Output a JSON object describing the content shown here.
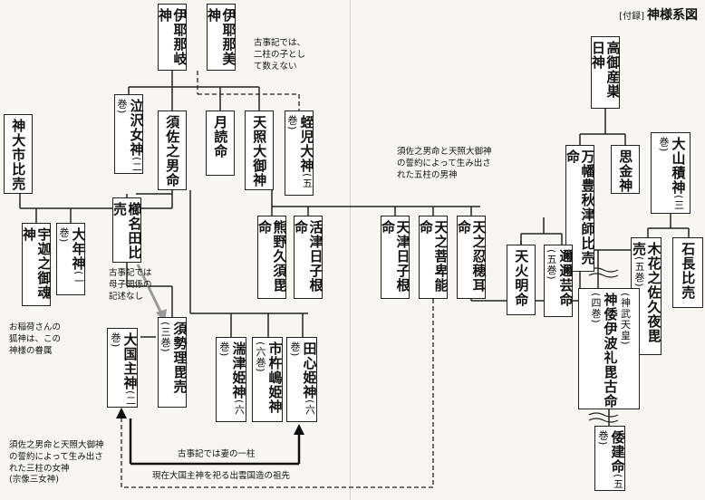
{
  "title": {
    "tag": "[付録]",
    "text": "神様系図"
  },
  "nodes": {
    "izanagi": "伊耶那岐神",
    "izanami": "伊耶那美神",
    "nakisawa": "泣沢女神",
    "nakisawa_note": "(二巻)",
    "susanoo": "須佐之男命",
    "tsukuyomi": "月読命",
    "amaterasu": "天照大御神",
    "hiruko": "蛭児大神",
    "hiruko_note": "(五巻)",
    "kamuoichi": "神大市比売",
    "kushinada": "櫛名田比売",
    "ukanomitama": "宇迦之御魂神",
    "otoshi": "大年神",
    "otoshi_note": "(一巻)",
    "kumanokusubi": "熊野久須毘命",
    "ikutsuhikone": "活津日子根命",
    "amatsuhikone": "天津日子根命",
    "amenohohi": "天之菩卑能命",
    "oshihomimi": "天之忍穂耳命",
    "takamimusubi": "高御産巣日神",
    "omoikane": "思金神",
    "yorozuhata": "万幡豊秋津師比売命",
    "oyamatsumi": "大山積神",
    "oyamatsumi_note": "(三巻)",
    "amenohoakari": "天火明命",
    "ninigi": "邇邇芸命",
    "ninigi_note": "(五巻)",
    "konohana": "木花之佐久夜毘売",
    "konohana_note": "(五巻)",
    "iwanaga": "石長比売",
    "okuninushi": "大国主神",
    "okuninushi_note": "(二巻)",
    "suseri": "須勢理毘売",
    "suseri_note": "(三巻)",
    "tagitsu": "湍津姫神",
    "tagitsu_note": "(六巻)",
    "ichikishima": "市杵嶋姫神",
    "ichikishima_note": "(六巻)",
    "tagori": "田心姫神",
    "tagori_note": "(六巻)",
    "jimmu": "神倭伊波礼毘古命",
    "jimmu_note": "(四巻)",
    "jimmu_title": "(神武天皇)",
    "yamatotakeru": "倭建命",
    "yamatotakeru_note": "(五巻)"
  },
  "notes": {
    "kojiki_hiruko": "古事記では、\n二柱の子とし\nて数えない",
    "five_males": "須佐之男命と天照大御神\nの誓約によって生み出さ\nれた五柱の男神",
    "mother": "古事記では\n母子関係の\n記述なし",
    "inari": "お稲荷さんの\n狐神は、この\n神様の眷属",
    "three_females": "須佐之男命と天照大御神\nの誓約によって生み出さ\nれた三柱の女神\n(宗像三女神)",
    "one_wife": "古事記では妻の一柱",
    "izumo": "現在大国主神を祀る出雲国造の祖先"
  }
}
